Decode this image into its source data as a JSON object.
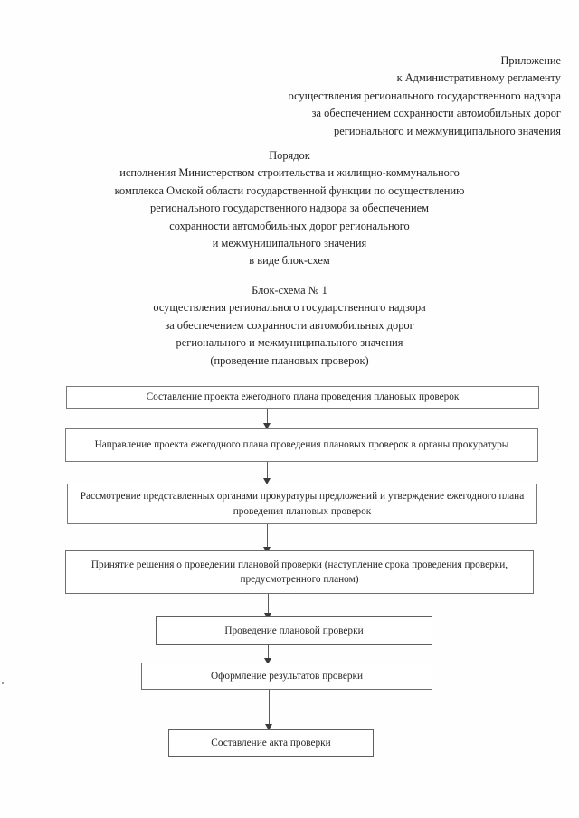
{
  "document": {
    "appendix_heading": {
      "lines": [
        "Приложение",
        "к Административному регламенту",
        "осуществления регионального государственного надзора",
        "за обеспечением сохранности автомобильных дорог",
        "регионального и межмуниципального значения"
      ]
    },
    "order_heading": {
      "lines": [
        "Порядок",
        "исполнения Министерством строительства и жилищно-коммунального",
        "комплекса Омской области государственной функции по осуществлению",
        "регионального государственного надзора за обеспечением",
        "сохранности автомобильных дорог регионального",
        "и межмуниципального значения",
        "в виде блок-схем"
      ]
    },
    "scheme_heading": {
      "lines": [
        "Блок-схема № 1",
        "осуществления регионального государственного надзора",
        "за обеспечением сохранности автомобильных дорог",
        "регионального и межмуниципального значения",
        "(проведение плановых проверок)"
      ]
    }
  },
  "flowchart": {
    "title": "Блок-схема № 1",
    "nodes": [
      {
        "id": "node-1",
        "text": "Составление проекта ежегодного плана проведения плановых проверок"
      },
      {
        "id": "node-2",
        "text": "Направление проекта ежегодного плана проведения плановых проверок в органы прокуратуры"
      },
      {
        "id": "node-3",
        "text": "Рассмотрение представленных органами прокуратуры предложений и утверждение ежегодного плана проведения плановых проверок"
      },
      {
        "id": "node-4",
        "text": "Принятие решения о проведении плановой проверки (наступление срока проведения проверки, предусмотренного планом)"
      },
      {
        "id": "node-5",
        "text": "Проведение плановой проверки"
      },
      {
        "id": "node-6",
        "text": "Оформление результатов проверки"
      },
      {
        "id": "node-7",
        "text": "Составление акта проверки"
      }
    ]
  }
}
